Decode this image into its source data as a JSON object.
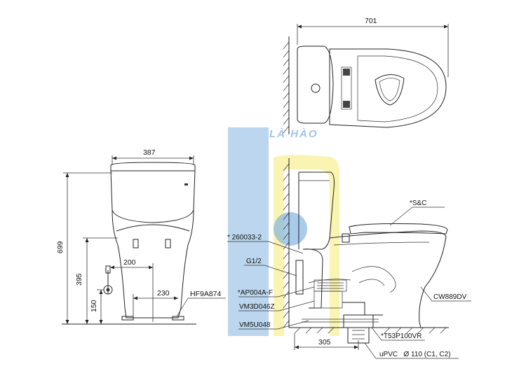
{
  "colors": {
    "line": "#222222",
    "wm_blue": "#5b9bd5",
    "wm_yellow": "#f3ea6a"
  },
  "watermark": {
    "text": "LÀ HÀO"
  },
  "dimensions": {
    "top_width": "701",
    "front_width": "387",
    "total_height": "699",
    "seat_height": "395",
    "supply_height": "150",
    "supply_offset": "200",
    "outlet_spacing": "230",
    "rough_in": "305"
  },
  "parts": {
    "valve": "* 260033-2",
    "supply_thread": "G1/2",
    "flush_valve": "*AP004A-F",
    "fill_valve": "VM3D046Z",
    "flange": "VM5U048",
    "seat": "*S&C",
    "bowl": "CW889DV",
    "trap": "*T53P100VR",
    "pipe": "uPVC   Ø 110 (C1, C2)",
    "front_part": "HF9A874"
  }
}
